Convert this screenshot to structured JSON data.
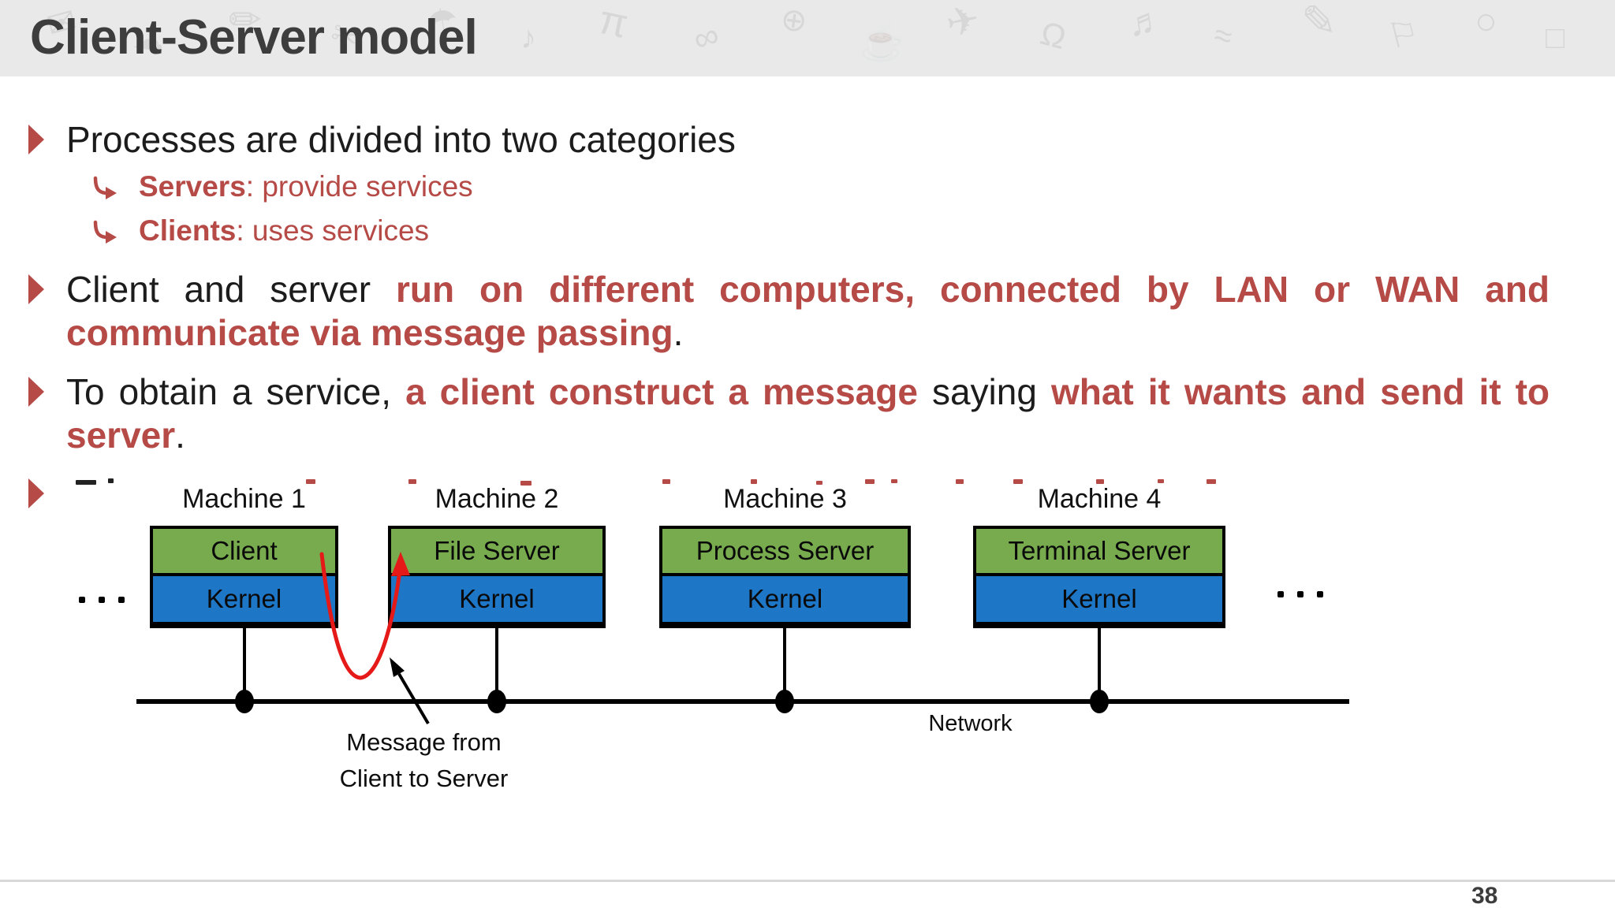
{
  "header": {
    "title": "Client-Server model",
    "doodles": [
      "✉",
      "☁",
      "✏",
      "✂",
      "☂",
      "♪",
      "π",
      "∞",
      "⊕",
      "☕",
      "✈",
      "Ω",
      "♬",
      "≈",
      "✎",
      "⚐",
      "○",
      "□"
    ]
  },
  "bullets": {
    "b1": {
      "text": "Processes are divided into two categories"
    },
    "subs": [
      {
        "term": "Servers",
        "rest": ": provide services"
      },
      {
        "term": "Clients",
        "rest": ": uses services"
      }
    ],
    "b2": {
      "segments": [
        {
          "style": "plain",
          "text": "Client and server "
        },
        {
          "style": "redbold",
          "text": "run on different computers, connected by LAN or WAN and communicate via message passing"
        },
        {
          "style": "plain",
          "text": "."
        }
      ]
    },
    "b3": {
      "segments": [
        {
          "style": "plain",
          "text": "To obtain a service, "
        },
        {
          "style": "redbold",
          "text": "a client construct a message "
        },
        {
          "style": "plain",
          "text": "saying "
        },
        {
          "style": "redbold",
          "text": "what it wants and send it to server"
        },
        {
          "style": "plain",
          "text": "."
        }
      ]
    }
  },
  "diagram": {
    "machines": [
      {
        "label": "Machine 1",
        "top": "Client",
        "bottom": "Kernel"
      },
      {
        "label": "Machine 2",
        "top": "File Server",
        "bottom": "Kernel"
      },
      {
        "label": "Machine 3",
        "top": "Process Server",
        "bottom": "Kernel"
      },
      {
        "label": "Machine 4",
        "top": "Terminal Server",
        "bottom": "Kernel"
      }
    ],
    "network_label": "Network",
    "message_line1": "Message from",
    "message_line2": "Client to Server",
    "ellipsis": "…"
  },
  "footer": {
    "page_number": "38"
  },
  "colors": {
    "accent_red": "#b54a46",
    "box_green": "#77ab4e",
    "box_blue": "#1d76c6",
    "arrow_red": "#e51a18"
  }
}
